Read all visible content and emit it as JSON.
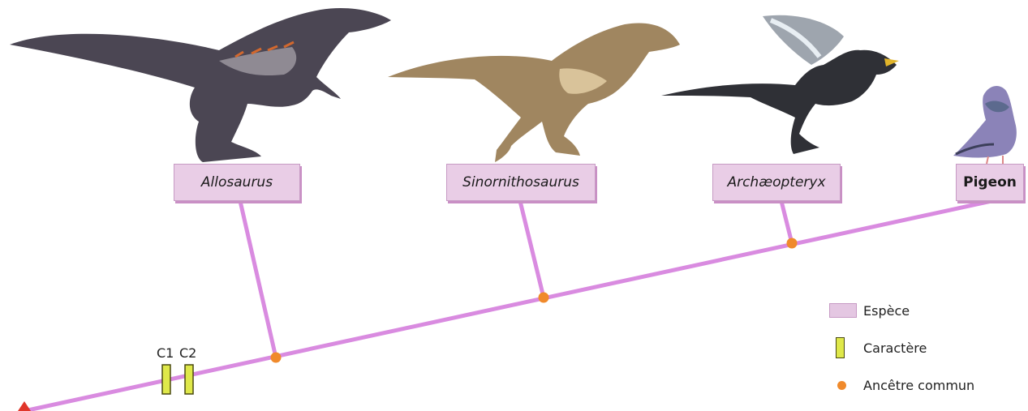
{
  "species": [
    {
      "name": "Allosaurus",
      "style": "italic"
    },
    {
      "name": "Sinornithosaurus",
      "style": "italic"
    },
    {
      "name": "Archæopteryx",
      "style": "italic"
    },
    {
      "name": "Pigeon",
      "style": "bold"
    }
  ],
  "characters": [
    "C1",
    "C2"
  ],
  "legend": {
    "species": "Espèce",
    "character": "Caractère",
    "ancestor": "Ancêtre commun"
  },
  "colors": {
    "branch": "#d98be0",
    "ancestor": "#f08a2c",
    "character": "#dfe84a",
    "label_bg": "#e9cde6",
    "root": "#e0362a"
  },
  "icons": [
    "allosaurus-illustration",
    "sinornithosaurus-illustration",
    "archaeopteryx-illustration",
    "pigeon-illustration"
  ]
}
